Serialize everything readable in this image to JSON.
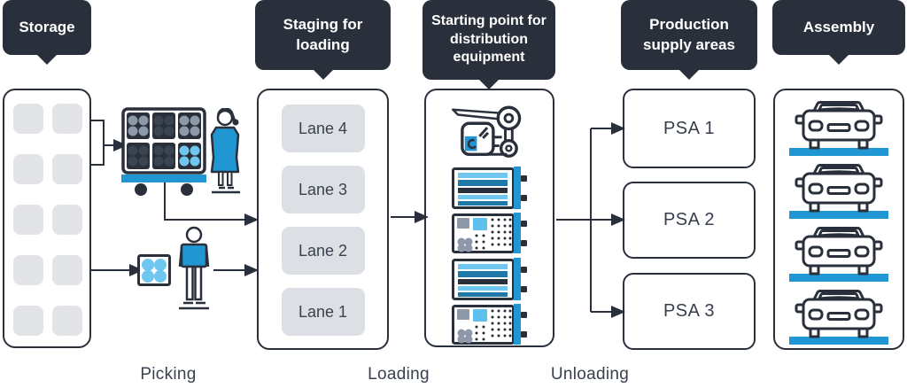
{
  "tooltips": {
    "storage": "Storage",
    "staging": "Staging for loading",
    "distribution": "Starting point for distribution equipment",
    "psa": "Production supply areas",
    "assembly": "Assembly"
  },
  "staging": {
    "lanes": [
      "Lane 4",
      "Lane 3",
      "Lane 2",
      "Lane 1"
    ]
  },
  "psa": {
    "areas": [
      "PSA 1",
      "PSA 2",
      "PSA 3"
    ]
  },
  "process_labels": {
    "picking": "Picking",
    "loading": "Loading",
    "unloading": "Unloading"
  },
  "icons": {
    "storage_bins": "storage-bin-grid",
    "picking_trolley": "picking-trolley-icon",
    "worker_female": "worker-coat-icon",
    "worker_male": "worker-shirt-icon",
    "small_parts_box": "small-parts-box-icon",
    "tugger_train": "tugger-train-icon",
    "shelf_cart": "shelf-cart-icon",
    "bin_cart": "bin-cart-icon",
    "car": "car-assembly-icon"
  },
  "colors": {
    "dark": "#2A303B",
    "blue": "#2096D3",
    "light_blue": "#6FC7EF",
    "sky_blue": "#5FC0EC",
    "gray": "#8D99A9",
    "panel_gray": "#E2E4E8",
    "lane_gray": "#DCE0E5",
    "text": "#39414E"
  }
}
